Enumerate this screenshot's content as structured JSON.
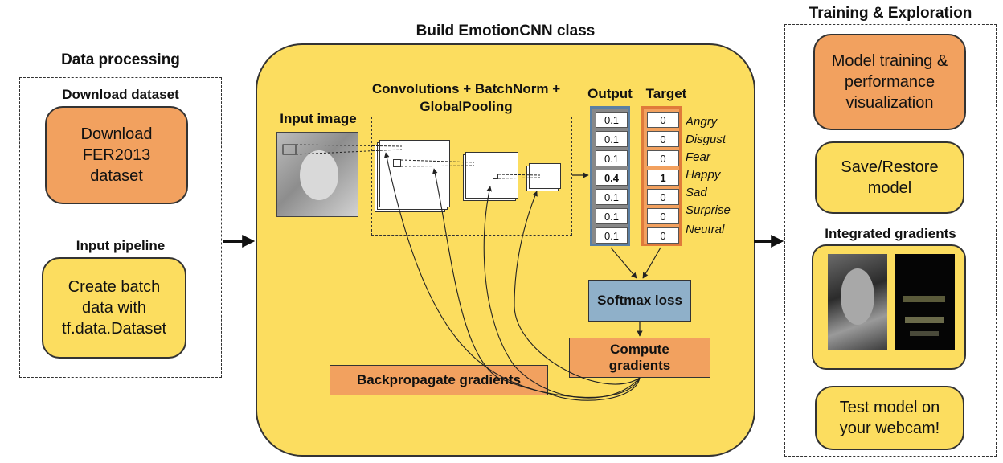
{
  "left": {
    "title": "Data processing",
    "download_title": "Download dataset",
    "download_box": "Download FER2013 dataset",
    "pipeline_title": "Input pipeline",
    "pipeline_box": "Create batch data with tf.data.Dataset"
  },
  "middle": {
    "title": "Build EmotionCNN class",
    "conv_title": "Convolutions + BatchNorm + GlobalPooling",
    "input_image": "Input image",
    "output_title": "Output",
    "target_title": "Target",
    "output_values": [
      "0.1",
      "0.1",
      "0.1",
      "0.4",
      "0.1",
      "0.1",
      "0.1"
    ],
    "target_values": [
      "0",
      "0",
      "0",
      "1",
      "0",
      "0",
      "0"
    ],
    "emotions": [
      "Angry",
      "Disgust",
      "Fear",
      "Happy",
      "Sad",
      "Surprise",
      "Neutral"
    ],
    "softmax": "Softmax loss",
    "compute": "Compute gradients",
    "backprop": "Backpropagate gradients"
  },
  "right": {
    "title": "Training & Exploration",
    "training_box": "Model training & performance visualization",
    "save_box": "Save/Restore model",
    "ig_title": "Integrated gradients",
    "webcam_box": "Test model on your webcam!"
  },
  "colors": {
    "orange": "#f2a15f",
    "yellow": "#fcdd5f",
    "softmax_blue": "#8fb0c9",
    "output_border": "#5b7fa3",
    "target_border": "#e07a3a"
  }
}
